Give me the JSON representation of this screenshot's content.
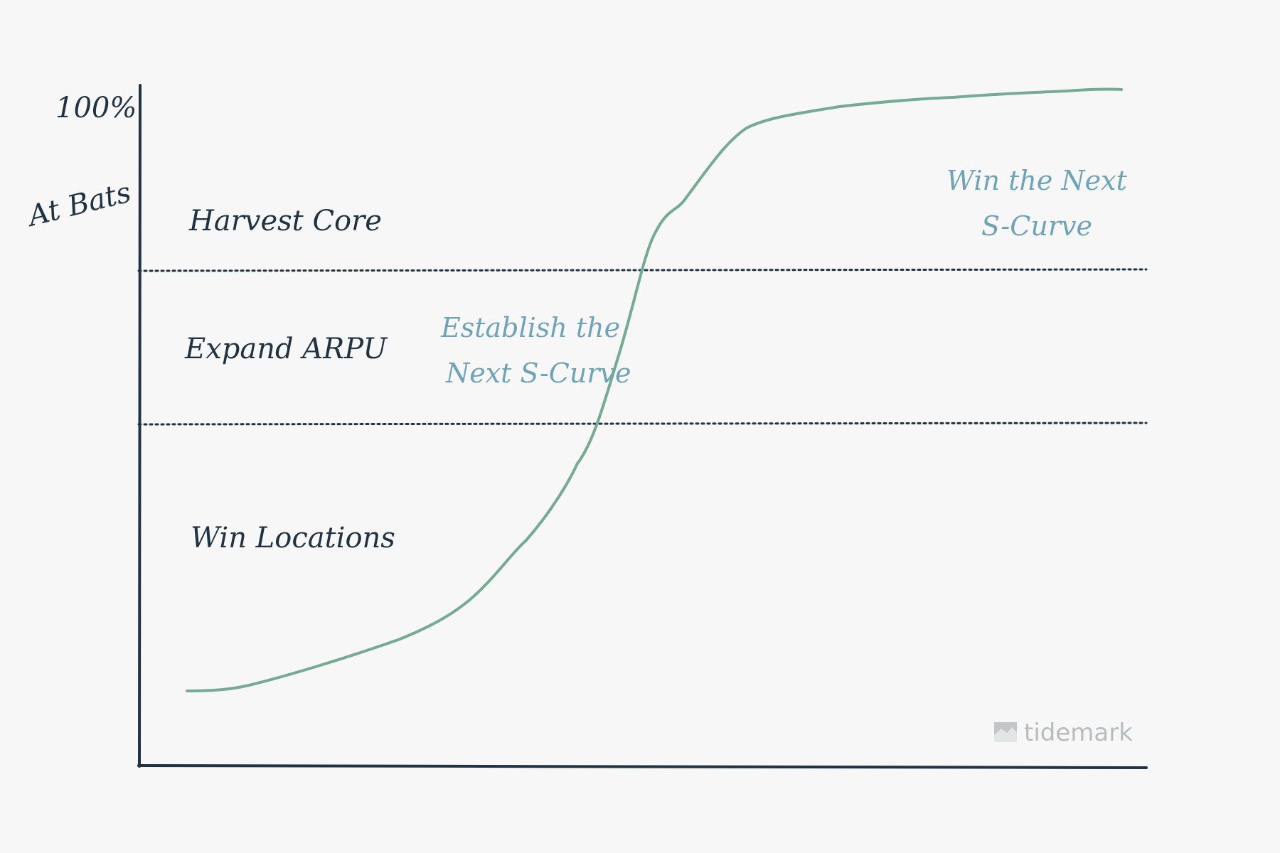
{
  "diagram": {
    "y_axis": {
      "top_label": "100%",
      "label": "At Bats"
    },
    "zones": [
      {
        "label": "Harvest Core"
      },
      {
        "label": "Expand ARPU"
      },
      {
        "label": "Win Locations"
      }
    ],
    "annotations": {
      "establish": [
        "Establish the",
        "Next S-Curve"
      ],
      "win_next": [
        "Win the Next",
        "S-Curve"
      ]
    },
    "brand": {
      "name": "tidemark",
      "icon": "tidemark-logo-icon"
    },
    "colors": {
      "background": "#f7f7f7",
      "axis": "#1f3342",
      "curve": "#75aa93",
      "dark_text": "#1f3342",
      "teal_text": "#6fa3b7",
      "logo": "#c2c6c8"
    }
  }
}
